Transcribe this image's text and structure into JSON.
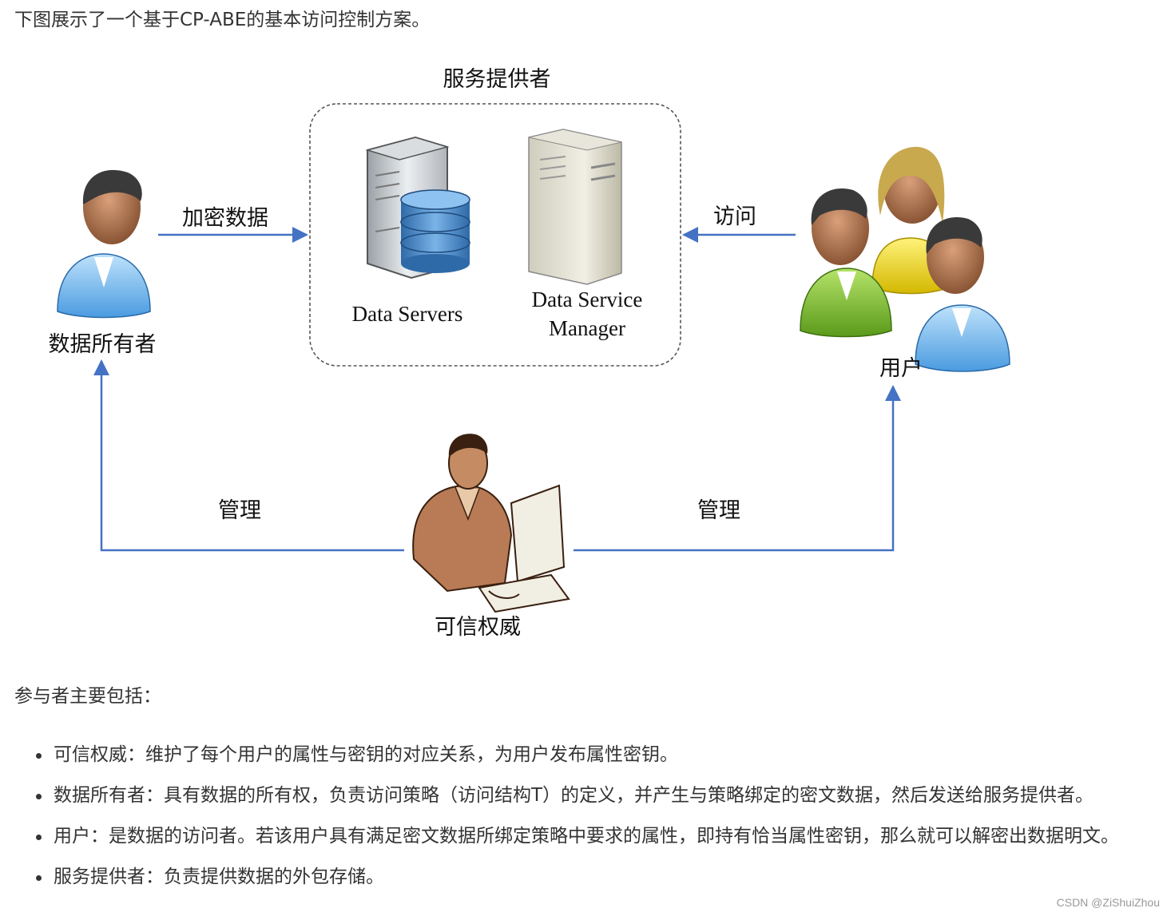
{
  "intro": "下图展示了一个基于CP-ABE的基本访问控制方案。",
  "diagram": {
    "service_provider_label": "服务提供者",
    "data_servers_label": "Data Servers",
    "data_service_manager_line1": "Data Service",
    "data_service_manager_line2": "Manager",
    "data_owner_label": "数据所有者",
    "users_label": "用户",
    "authority_label": "可信权威",
    "encrypt_edge_label": "加密数据",
    "access_edge_label": "访问",
    "manage_left_label": "管理",
    "manage_right_label": "管理",
    "edge_color": "#4472c4"
  },
  "participants_title": "参与者主要包括：",
  "participants": [
    "可信权威：维护了每个用户的属性与密钥的对应关系，为用户发布属性密钥。",
    "数据所有者：具有数据的所有权，负责访问策略（访问结构T）的定义，并产生与策略绑定的密文数据，然后发送给服务提供者。",
    "用户：是数据的访问者。若该用户具有满足密文数据所绑定策略中要求的属性，即持有恰当属性密钥，那么就可以解密出数据明文。",
    "服务提供者：负责提供数据的外包存储。"
  ],
  "watermark": "CSDN @ZiShuiZhou"
}
